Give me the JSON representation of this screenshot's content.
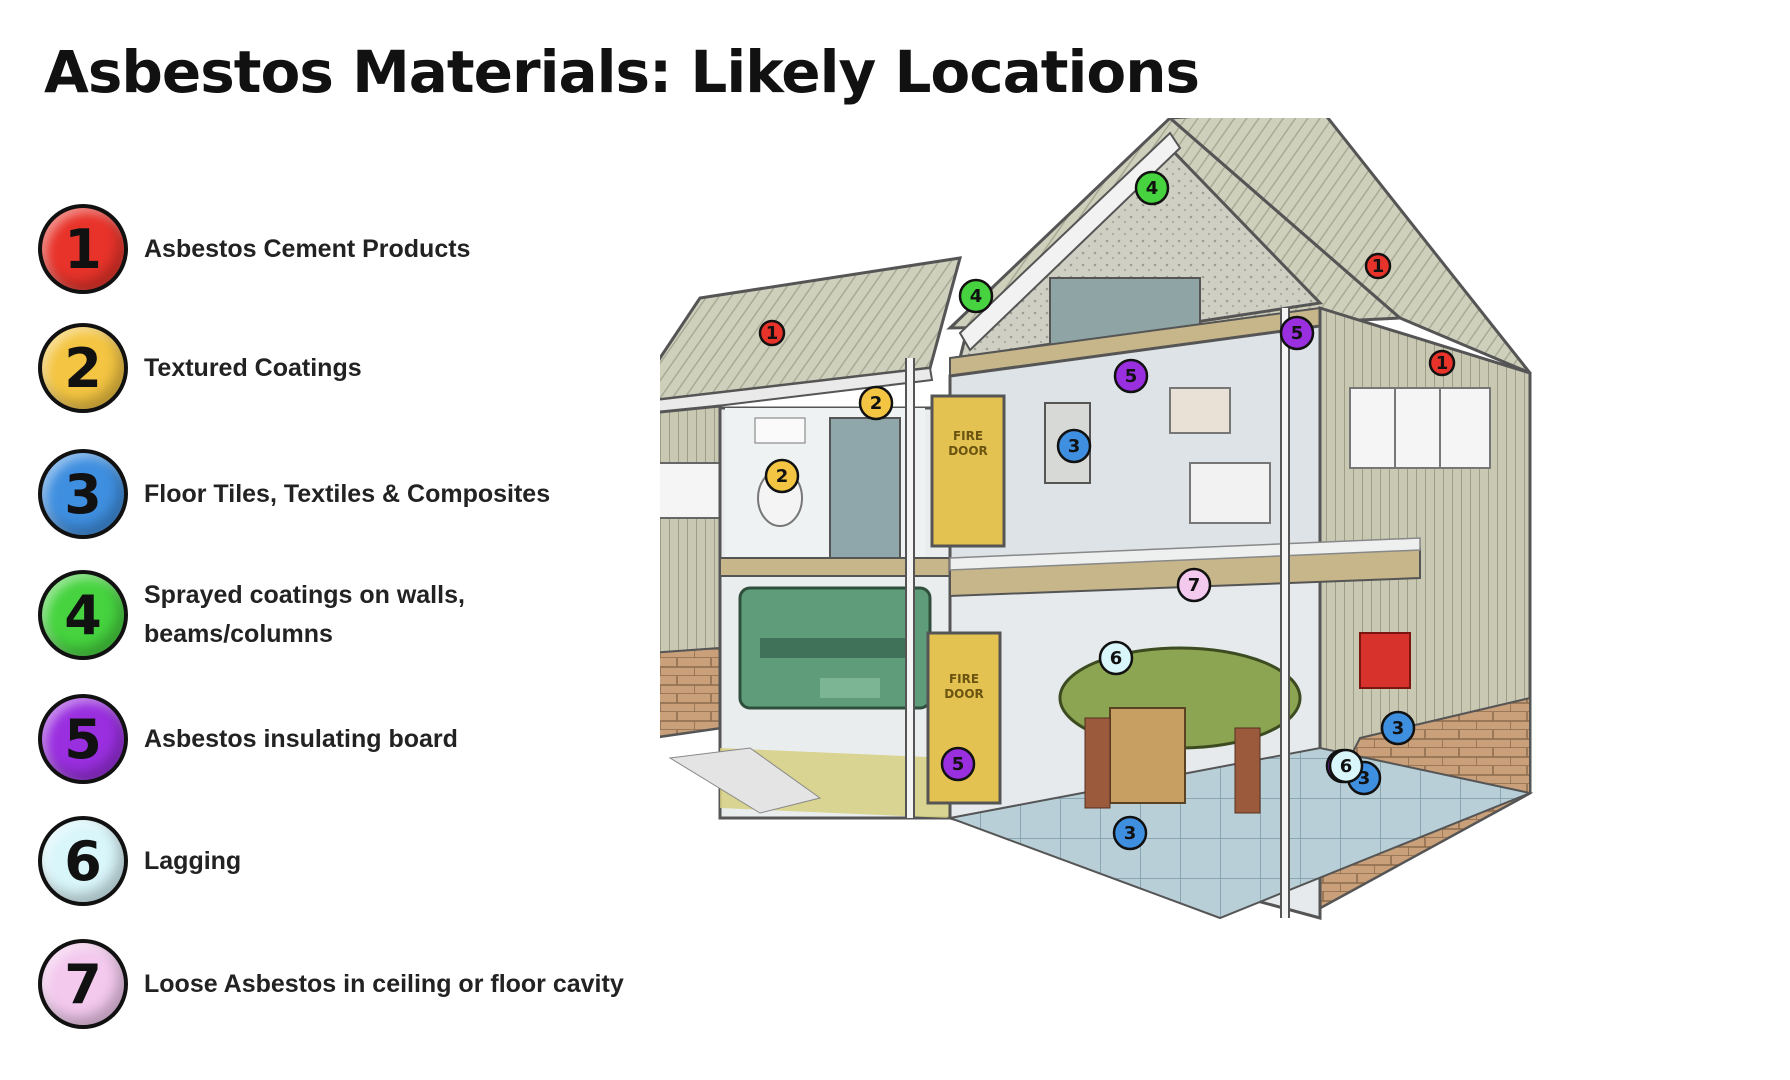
{
  "title": "Asbestos Materials: Likely Locations",
  "colors": {
    "1": "#e8332a",
    "2": "#f4c542",
    "3": "#3f8fe0",
    "4": "#46d33f",
    "5": "#9a2fe0",
    "6": "#d9f6fb",
    "7": "#f3c9ee"
  },
  "legend": [
    {
      "number": "1",
      "label": "Asbestos Cement Products"
    },
    {
      "number": "2",
      "label": "Textured Coatings"
    },
    {
      "number": "3",
      "label": "Floor Tiles, Textiles & Composites"
    },
    {
      "number": "4",
      "label": "Sprayed coatings on walls, beams/columns"
    },
    {
      "number": "5",
      "label": "Asbestos insulating board"
    },
    {
      "number": "6",
      "label": "Lagging"
    },
    {
      "number": "7",
      "label": "Loose Asbestos in ceiling or floor cavity"
    }
  ],
  "house": {
    "door_sign_upper": [
      "FIRE",
      "DOOR"
    ],
    "door_sign_lower": [
      "FIRE",
      "DOOR"
    ],
    "markers": [
      "1",
      "1",
      "1",
      "2",
      "2",
      "3",
      "3",
      "3",
      "3",
      "4",
      "4",
      "5",
      "5",
      "5",
      "5",
      "6",
      "6",
      "7"
    ]
  }
}
